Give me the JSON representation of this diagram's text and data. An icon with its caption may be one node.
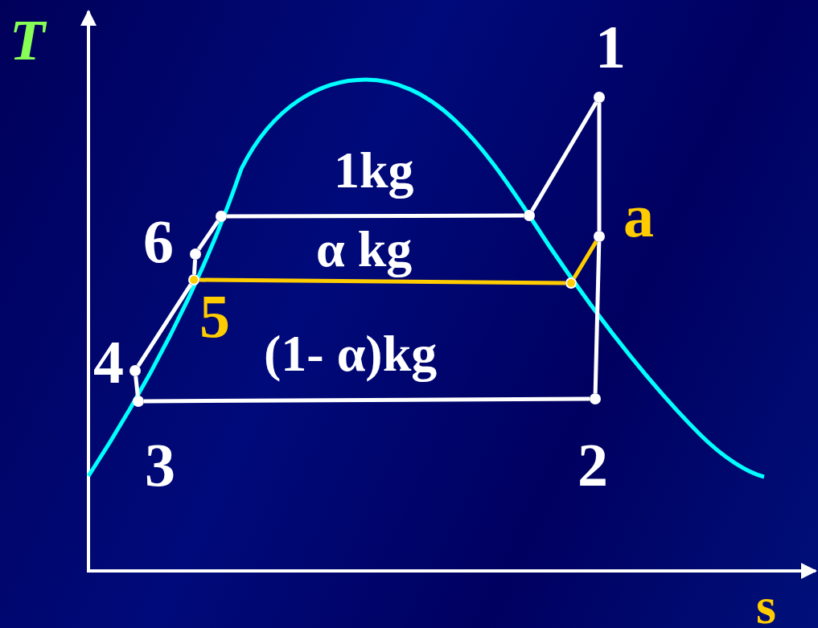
{
  "diagram": {
    "nodes": [
      {
        "text": [],
        "shape": "circle",
        "beside": [
          "1"
        ]
      },
      {
        "text": [],
        "shape": "circle"
      },
      {
        "text": [],
        "shape": "circle"
      },
      {
        "text": [],
        "shape": "circle",
        "beside": [
          "a"
        ]
      },
      {
        "text": [],
        "shape": "circle",
        "beside": [
          "6"
        ]
      },
      {
        "text": [],
        "shape": "circle",
        "beside": [
          "5"
        ]
      },
      {
        "text": [],
        "shape": "circle"
      },
      {
        "text": [],
        "shape": "circle",
        "beside": [
          "4"
        ]
      },
      {
        "text": [],
        "shape": "circle",
        "beside": [
          "2"
        ]
      },
      {
        "text": [],
        "shape": "circle",
        "beside": [
          "3"
        ]
      }
    ],
    "edges": [
      {
        "from": 0,
        "to": 1,
        "arrow": "none"
      },
      {
        "from": 1,
        "to": 2,
        "arrow": "none"
      },
      {
        "from": 2,
        "to": 4,
        "arrow": "none"
      },
      {
        "from": 4,
        "to": 5,
        "arrow": "none"
      },
      {
        "from": 5,
        "to": 7,
        "arrow": "none"
      },
      {
        "from": 7,
        "to": 9,
        "arrow": "none"
      },
      {
        "from": 9,
        "to": 8,
        "arrow": "none"
      },
      {
        "from": 8,
        "to": 3,
        "arrow": "none"
      },
      {
        "from": 3,
        "to": 0,
        "arrow": "none"
      },
      {
        "from": 5,
        "to": 6,
        "arrow": "none",
        "color": "#ffcc00"
      },
      {
        "from": 6,
        "to": 3,
        "arrow": "none",
        "color": "#ffcc00"
      }
    ],
    "labels": [
      "T",
      "1kg",
      "α kg",
      "(1- α)kg",
      "s"
    ]
  }
}
